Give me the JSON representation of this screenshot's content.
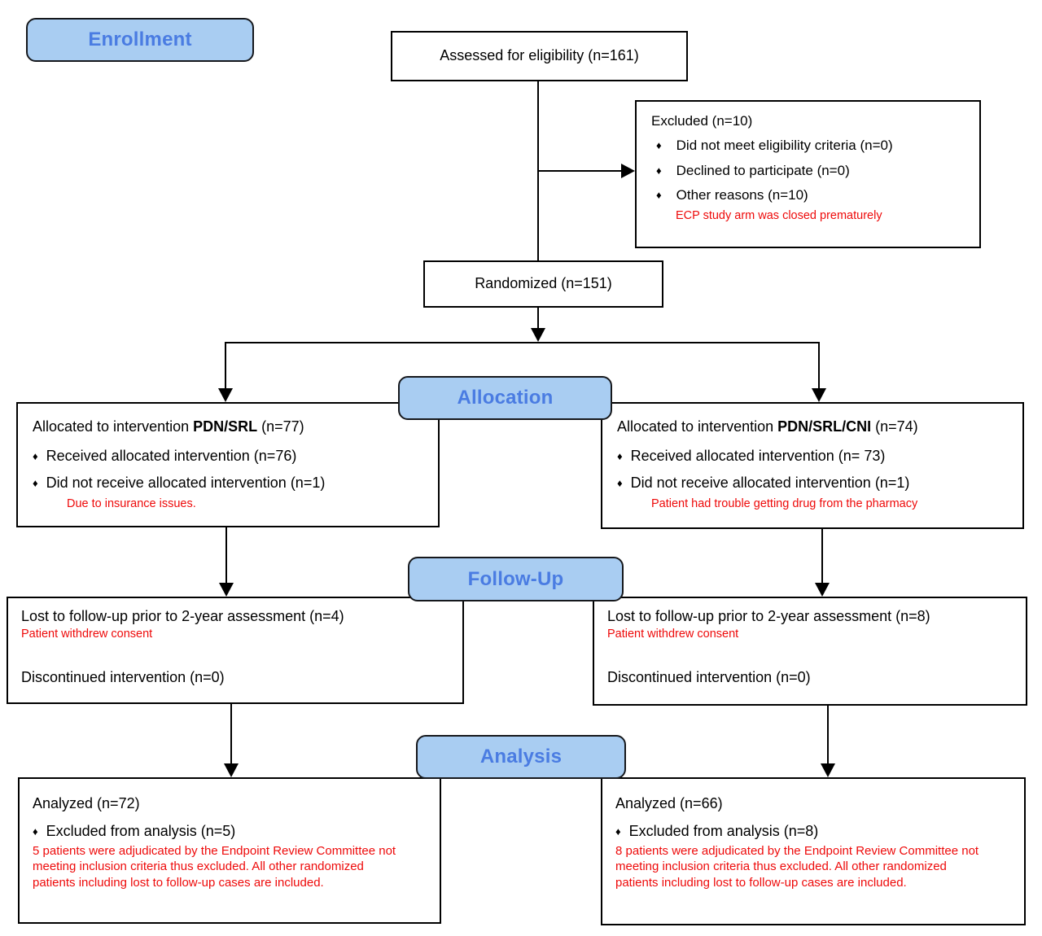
{
  "glyphs": {
    "bullet": "♦"
  },
  "colors": {
    "stage_fill": "#a9cdf2",
    "stage_text": "#4a7ce2",
    "stage_border": "#16181c",
    "box_border": "#000000",
    "annotation_red": "#ee0a0a"
  },
  "stages": {
    "enrollment": "Enrollment",
    "allocation": "Allocation",
    "follow_up": "Follow-Up",
    "analysis": "Analysis"
  },
  "boxes": {
    "assessed": {
      "text": "Assessed for eligibility (n=161)"
    },
    "excluded": {
      "title": "Excluded (n=10)",
      "bullets": [
        "Did not meet eligibility criteria (n=0)",
        "Declined to participate (n=0)",
        "Other reasons (n=10)"
      ],
      "note": "ECP study arm was closed prematurely"
    },
    "randomized": {
      "text": "Randomized (n=151)"
    },
    "alloc_left": {
      "intro": "Allocated to intervention ",
      "arm": "PDN/SRL",
      "count": " (n=77)",
      "bullets": [
        "Received allocated intervention (n=76)",
        "Did not receive allocated intervention (n=1)"
      ],
      "note": "Due to insurance issues."
    },
    "alloc_right": {
      "intro": "Allocated to intervention ",
      "arm": "PDN/SRL/CNI",
      "count": " (n=74)",
      "bullets": [
        "Received allocated intervention (n= 73)",
        "Did not receive allocated intervention (n=1)"
      ],
      "note": "Patient had trouble getting drug from the pharmacy"
    },
    "fu_left": {
      "line1": "Lost to follow-up prior to 2-year assessment (n=4)",
      "note": "Patient withdrew consent",
      "line2": "Discontinued intervention (n=0)"
    },
    "fu_right": {
      "line1": "Lost to follow-up prior to 2-year assessment (n=8)",
      "note": "Patient withdrew consent",
      "line2": "Discontinued intervention (n=0)"
    },
    "an_left": {
      "line1": "Analyzed (n=72)",
      "bullet": "Excluded from analysis (n=5)",
      "note": "5 patients were adjudicated by the Endpoint Review Committee not meeting inclusion criteria thus excluded. All other randomized patients including lost to follow-up cases are included."
    },
    "an_right": {
      "line1": "Analyzed (n=66)",
      "bullet": "Excluded from analysis (n=8)",
      "note": "8 patients were adjudicated by the Endpoint Review Committee not meeting inclusion criteria thus excluded. All other randomized patients including lost to follow-up cases are included."
    }
  }
}
